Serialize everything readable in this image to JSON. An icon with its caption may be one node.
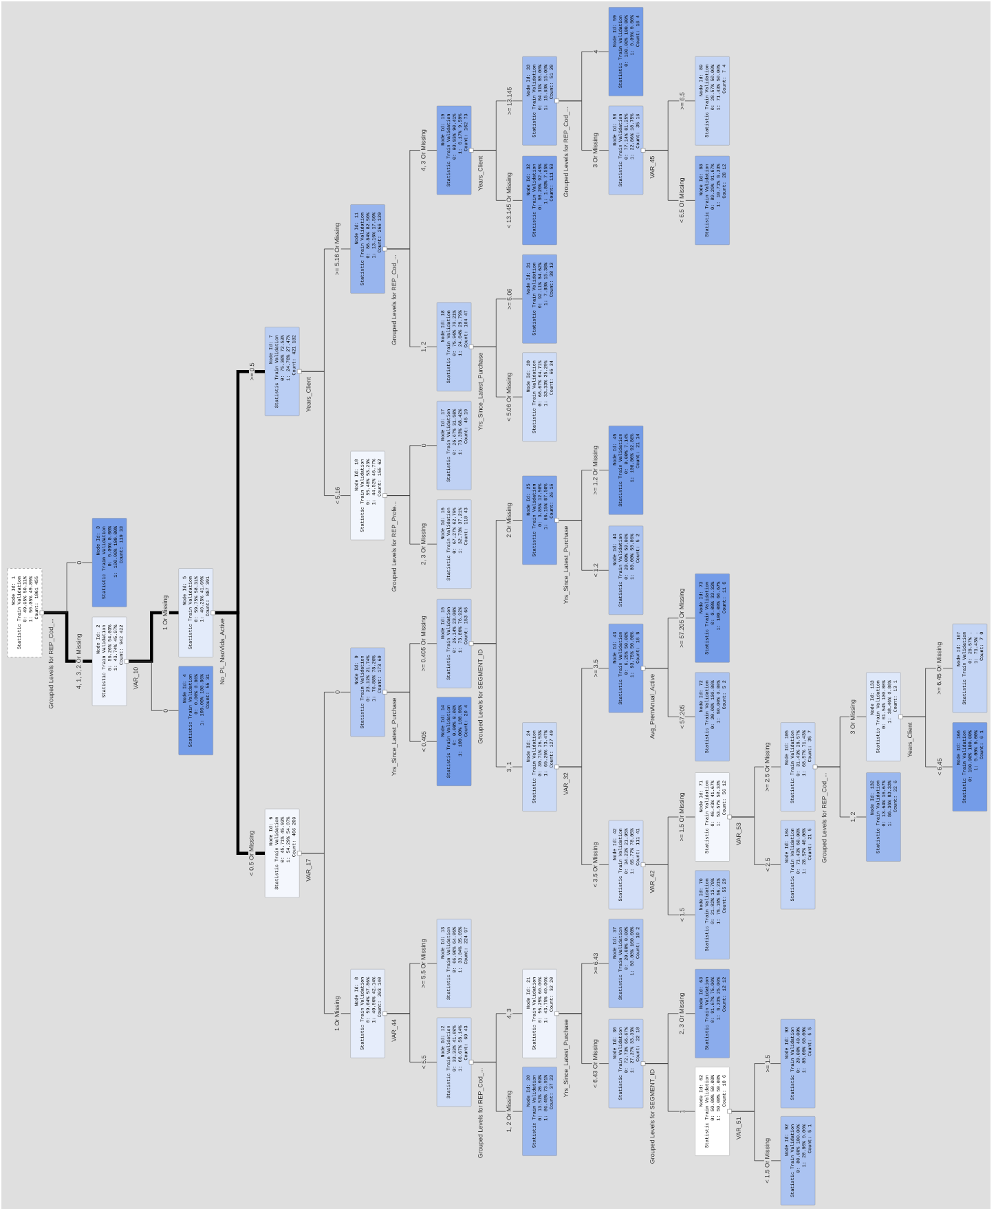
{
  "diagram": {
    "nodes": [
      {
        "text": [
          "Node Id: 1",
          "Statistic Train Validation",
          "0: 49.95% 50.11%",
          "1: 50.05% 49.89%",
          "Count: 1061 455"
        ],
        "beside": [
          "Grouped Levels for REP_Cod_..."
        ]
      },
      {
        "text": [
          "Node Id: 2",
          "Statistic Train Validation",
          "0: 56.26% 54.03%",
          "1: 43.74% 45.97%",
          "Count: 942 422"
        ],
        "beside": [
          "VAR_10"
        ]
      },
      {
        "text": [
          "Node Id: 3",
          "Statistic Train Validation",
          "0: 0.00% 0.00%",
          "1: 100.00% 100.00%",
          "Count: 119 33"
        ]
      },
      {
        "text": [
          "Node Id: 4",
          "Statistic Train Validation",
          "0: 0.00% 0.00%",
          "1: 100.00% 100.00%",
          "Count: 55 31"
        ]
      },
      {
        "text": [
          "Node Id: 5",
          "Statistic Train Validation",
          "0: 59.75% 58.31%",
          "1: 40.25% 41.69%",
          "Count: 887 391"
        ],
        "beside": [
          "No_PL_NaoVida_Active"
        ]
      },
      {
        "text": [
          "Node Id: 6",
          "Statistic Train Validation",
          "0: 45.71% 45.93%",
          "1: 54.29% 54.07%",
          "Count: 466 209"
        ],
        "beside": [
          "VAR_17"
        ]
      },
      {
        "text": [
          "Node Id: 7",
          "Statistic Train Validation",
          "0: 75.30% 72.53%",
          "1: 24.70% 27.47%",
          "Count: 421 182"
        ],
        "beside": [
          "Years_Client"
        ]
      },
      {
        "text": [
          "Node Id: 8",
          "Statistic Train Validation",
          "0: 59.04% 57.86%",
          "1: 40.96% 42.14%",
          "Count: 293 140"
        ],
        "beside": [
          "VAR_44"
        ]
      },
      {
        "text": [
          "Node Id: 9",
          "Statistic Train Validation",
          "0: 23.12% 21.74%",
          "1: 76.88% 78.26%",
          "Count: 173 69"
        ],
        "beside": [
          "Yrs_Since_Latest_Purchase"
        ]
      },
      {
        "text": [
          "Node Id: 10",
          "Statistic Train Validation",
          "0: 55.48% 53.23%",
          "1: 44.52% 46.77%",
          "Count: 155 62"
        ],
        "beside": [
          "Grouped Levels for REP_Profe..."
        ]
      },
      {
        "text": [
          "Node Id: 11",
          "Statistic Train Validation",
          "0: 86.84% 82.50%",
          "1: 13.16% 17.50%",
          "Count: 266 120"
        ],
        "beside": [
          "Grouped Levels for REP_Cod_..."
        ]
      },
      {
        "text": [
          "Node Id: 12",
          "Statistic Train Validation",
          "0: 33.33% 41.86%",
          "1: 66.67% 58.14%",
          "Count: 69 43"
        ],
        "beside": [
          "Grouped Levels for REP_Cod_..."
        ]
      },
      {
        "text": [
          "Node Id: 13",
          "Statistic Train Validation",
          "0: 66.96% 64.95%",
          "1: 33.04% 35.05%",
          "Count: 224 97"
        ]
      },
      {
        "text": [
          "Node Id: 14",
          "Statistic Train Validation",
          "0: 0.00% 0.00%",
          "1: 100.00% 100.00%",
          "Count: 20 4"
        ]
      },
      {
        "text": [
          "Node Id: 15",
          "Statistic Train Validation",
          "0: 26.14% 23.08%",
          "1: 73.86% 76.92%",
          "Count: 153 65"
        ],
        "beside": [
          "Grouped Levels for SEGMENT_ID"
        ]
      },
      {
        "text": [
          "Node Id: 16",
          "Statistic Train Validation",
          "0: 67.27% 62.79%",
          "1: 32.73% 37.21%",
          "Count: 110 43"
        ]
      },
      {
        "text": [
          "Node Id: 17",
          "Statistic Train Validation",
          "0: 26.67% 31.58%",
          "1: 73.33% 68.42%",
          "Count: 45 19"
        ]
      },
      {
        "text": [
          "Node Id: 18",
          "Statistic Train Validation",
          "0: 75.96% 70.21%",
          "1: 24.04% 29.79%",
          "Count: 104 47"
        ],
        "beside": [
          "Yrs_Since_Latest_Purchase"
        ]
      },
      {
        "text": [
          "Node Id: 19",
          "Statistic Train Validation",
          "0: 93.83% 90.41%",
          "1: 6.17% 9.59%",
          "Count: 162 73"
        ],
        "beside": [
          "Years_Client"
        ]
      },
      {
        "text": [
          "Node Id: 20",
          "Statistic Train Validation",
          "0: 13.51% 26.09%",
          "1: 86.49% 73.91%",
          "Count: 37 23"
        ]
      },
      {
        "text": [
          "Node Id: 21",
          "Statistic Train Validation",
          "0: 56.25% 60.00%",
          "1: 43.75% 40.00%",
          "Count: 32 20"
        ],
        "beside": [
          "Yrs_Since_Latest_Purchase"
        ]
      },
      {
        "text": [
          "Node Id: 24",
          "Statistic Train Validation",
          "0: 30.71% 26.53%",
          "1: 69.29% 73.47%",
          "Count: 127 49"
        ],
        "beside": [
          "VAR_32"
        ]
      },
      {
        "text": [
          "Node Id: 25",
          "Statistic Train Validation",
          "0: 3.85% 12.50%",
          "1: 96.15% 87.50%",
          "Count: 26 16"
        ],
        "beside": [
          "Yrs_Since_Latest_Purchase"
        ]
      },
      {
        "text": [
          "Node Id: 30",
          "Statistic Train Validation",
          "0: 66.67% 64.71%",
          "1: 33.33% 35.29%",
          "Count: 66 34"
        ]
      },
      {
        "text": [
          "Node Id: 31",
          "Statistic Train Validation",
          "0: 92.11% 84.62%",
          "1: 7.89% 15.38%",
          "Count: 38 13"
        ]
      },
      {
        "text": [
          "Node Id: 32",
          "Statistic Train Validation",
          "0: 98.20% 92.45%",
          "1: 1.80% 7.55%",
          "Count: 111 53"
        ]
      },
      {
        "text": [
          "Node Id: 33",
          "Statistic Train Validation",
          "0: 84.31% 85.00%",
          "1: 15.69% 15.00%",
          "Count: 51 20"
        ],
        "beside": [
          "Grouped Levels for REP_Cod_..."
        ]
      },
      {
        "text": [
          "Node Id: 36",
          "Statistic Train Validation",
          "0: 72.73% 66.67%",
          "1: 27.27% 33.33%",
          "Count: 22 18"
        ],
        "beside": [
          "Grouped Levels for SEGMENT_ID"
        ]
      },
      {
        "text": [
          "Node Id: 37",
          "Statistic Train Validation",
          "0: 20.00% 0.00%",
          "1: 80.00% 100.00%",
          "Count: 10 2"
        ]
      },
      {
        "text": [
          "Node Id: 42",
          "Statistic Train Validation",
          "0: 34.23% 21.95%",
          "1: 65.77% 78.05%",
          "Count: 111 41"
        ],
        "beside": [
          "VAR_42"
        ]
      },
      {
        "text": [
          "Node Id: 43",
          "Statistic Train Validation",
          "0: 6.25% 50.00%",
          "1: 93.75% 50.00%",
          "Count: 16 8"
        ],
        "beside": [
          "Avg_PremAnual_Active"
        ]
      },
      {
        "text": [
          "Node Id: 44",
          "Statistic Train Validation",
          "0: 20.00% 50.00%",
          "1: 80.00% 50.00%",
          "Count: 5 2"
        ]
      },
      {
        "text": [
          "Node Id: 45",
          "Statistic Train Validation",
          "0: 0.00% 7.14%",
          "1: 100.00% 92.86%",
          "Count: 21 14"
        ]
      },
      {
        "text": [
          "Node Id: 58",
          "Statistic Train Validation",
          "0: 77.14% 81.25%",
          "1: 22.86% 18.75%",
          "Count: 35 16"
        ],
        "beside": [
          "VAR_45"
        ]
      },
      {
        "text": [
          "Node Id: 59",
          "Statistic Train Validation",
          "0: 100.00% 100.00%",
          "1: 0.00% 0.00%",
          "Count: 16 4"
        ]
      },
      {
        "text": [
          "Node Id: 62",
          "Statistic Train Validation",
          "0: 50.00% 50.00%",
          "1: 50.00% 50.00%",
          "Count: 10 6"
        ],
        "beside": [
          "VAR_51"
        ]
      },
      {
        "text": [
          "Node Id: 63",
          "Statistic Train Validation",
          "0: 91.67% 75.00%",
          "1: 8.33% 25.00%",
          "Count: 12 12"
        ]
      },
      {
        "text": [
          "Node Id: 70",
          "Statistic Train Validation",
          "0: 21.82% 13.79%",
          "1: 78.18% 86.21%",
          "Count: 55 29"
        ]
      },
      {
        "text": [
          "Node Id: 71",
          "Statistic Train Validation",
          "0: 46.43% 41.67%",
          "1: 53.57% 58.33%",
          "Count: 56 12"
        ],
        "beside": [
          "VAR_53"
        ]
      },
      {
        "text": [
          "Node Id: 72",
          "Statistic Train Validation",
          "0: 20.00% 100.00%",
          "1: 80.00% 0.00%",
          "Count: 5 2"
        ]
      },
      {
        "text": [
          "Node Id: 73",
          "Statistic Train Validation",
          "0: 0.00% 33.33%",
          "1: 100.00% 66.67%",
          "Count: 11 6"
        ]
      },
      {
        "text": [
          "Node Id: 88",
          "Statistic Train Validation",
          "0: 89.29% 91.67%",
          "1: 10.71% 8.33%",
          "Count: 28 12"
        ]
      },
      {
        "text": [
          "Node Id: 89",
          "Statistic Train Validation",
          "0: 28.57% 50.00%",
          "1: 71.43% 50.00%",
          "Count: 7 4"
        ]
      },
      {
        "text": [
          "Node Id: 92",
          "Statistic Train Validation",
          "0: 80.00% 100.00%",
          "1: 20.00% 0.00%",
          "Count: 5 1"
        ]
      },
      {
        "text": [
          "Node Id: 93",
          "Statistic Train Validation",
          "0: 20.00% 40.00%",
          "1: 80.00% 60.00%",
          "Count: 5 5"
        ]
      },
      {
        "text": [
          "Node Id: 104",
          "Statistic Train Validation",
          "0: 71.43% 60.00%",
          "1: 28.57% 40.00%",
          "Count: 21 5"
        ]
      },
      {
        "text": [
          "Node Id: 105",
          "Statistic Train Validation",
          "0: 31.43% 28.57%",
          "1: 68.57% 71.43%",
          "Count: 35 7"
        ],
        "beside": [
          "Grouped Levels for REP_Cod_..."
        ]
      },
      {
        "text": [
          "Node Id: 132",
          "Statistic Train Validation",
          "0: 13.64% 16.67%",
          "1: 86.36% 83.33%",
          "Count: 22 6"
        ]
      },
      {
        "text": [
          "Node Id: 133",
          "Statistic Train Validation",
          "0: 61.54% 100.00%",
          "1: 38.46% 0.00%",
          "Count: 13 1"
        ],
        "beside": [
          "Years_Client"
        ]
      },
      {
        "text": [
          "Node Id: 166",
          "Statistic Train Validation",
          "0: 100.00% 100.00%",
          "1: 0.00% 0.00%",
          "Count: 6 1"
        ]
      },
      {
        "text": [
          "Node Id: 167",
          "Statistic Train Validation",
          "0: 28.57% .",
          "1: 71.43% .",
          "Count: 7 0"
        ]
      }
    ],
    "edges": [
      {
        "from": 0,
        "to": 1,
        "arrow": "none",
        "label": "4, 1, 3, 2 Or Missing",
        "style": "thick"
      },
      {
        "from": 0,
        "to": 2,
        "arrow": "none",
        "label": "0"
      },
      {
        "from": 1,
        "to": 4,
        "arrow": "none",
        "label": "1 Or Missing",
        "style": "thick"
      },
      {
        "from": 1,
        "to": 3,
        "arrow": "none",
        "label": "0"
      },
      {
        "from": 4,
        "to": 6,
        "arrow": "none",
        "label": ">= 0.5",
        "style": "thick"
      },
      {
        "from": 4,
        "to": 5,
        "arrow": "none",
        "label": "< 0.5 Or Missing",
        "style": "thick"
      },
      {
        "from": 6,
        "to": 9,
        "arrow": "none",
        "label": "< 5.16"
      },
      {
        "from": 6,
        "to": 10,
        "arrow": "none",
        "label": ">= 5.16 Or Missing"
      },
      {
        "from": 5,
        "to": 8,
        "arrow": "none",
        "label": "0"
      },
      {
        "from": 5,
        "to": 7,
        "arrow": "none",
        "label": "1 Or Missing"
      },
      {
        "from": 9,
        "to": 15,
        "arrow": "none",
        "label": "2, 3 Or Missing"
      },
      {
        "from": 9,
        "to": 16,
        "arrow": "none",
        "label": "0"
      },
      {
        "from": 10,
        "to": 17,
        "arrow": "none",
        "label": "1, 2"
      },
      {
        "from": 10,
        "to": 18,
        "arrow": "none",
        "label": "4, 3 Or Missing"
      },
      {
        "from": 8,
        "to": 13,
        "arrow": "none",
        "label": "< 0.405"
      },
      {
        "from": 8,
        "to": 14,
        "arrow": "none",
        "label": ">= 0.405 Or Missing"
      },
      {
        "from": 7,
        "to": 11,
        "arrow": "none",
        "label": "< 5.5"
      },
      {
        "from": 7,
        "to": 12,
        "arrow": "none",
        "label": ">= 5.5 Or Missing"
      },
      {
        "from": 17,
        "to": 23,
        "arrow": "none",
        "label": "< 5.06 Or Missing"
      },
      {
        "from": 17,
        "to": 24,
        "arrow": "none",
        "label": ">= 5.06"
      },
      {
        "from": 18,
        "to": 25,
        "arrow": "none",
        "label": "< 13.145 Or Missing"
      },
      {
        "from": 18,
        "to": 26,
        "arrow": "none",
        "label": ">= 13.145"
      },
      {
        "from": 14,
        "to": 21,
        "arrow": "none",
        "label": "3, 1"
      },
      {
        "from": 14,
        "to": 22,
        "arrow": "none",
        "label": "2 Or Missing"
      },
      {
        "from": 11,
        "to": 19,
        "arrow": "none",
        "label": "1, 2 Or Missing"
      },
      {
        "from": 11,
        "to": 20,
        "arrow": "none",
        "label": "4, 3"
      },
      {
        "from": 22,
        "to": 31,
        "arrow": "none",
        "label": "< 1.2"
      },
      {
        "from": 22,
        "to": 32,
        "arrow": "none",
        "label": ">= 1.2 Or Missing"
      },
      {
        "from": 21,
        "to": 29,
        "arrow": "none",
        "label": "< 3.5 Or Missing"
      },
      {
        "from": 21,
        "to": 30,
        "arrow": "none",
        "label": ">= 3.5"
      },
      {
        "from": 20,
        "to": 27,
        "arrow": "none",
        "label": "< 6.43 Or Missing"
      },
      {
        "from": 20,
        "to": 28,
        "arrow": "none",
        "label": ">= 6.43"
      },
      {
        "from": 26,
        "to": 33,
        "arrow": "none",
        "label": "3 Or Missing"
      },
      {
        "from": 26,
        "to": 34,
        "arrow": "none",
        "label": "4"
      },
      {
        "from": 33,
        "to": 41,
        "arrow": "none",
        "label": "< 6.5 Or Missing"
      },
      {
        "from": 33,
        "to": 42,
        "arrow": "none",
        "label": ">= 6.5"
      },
      {
        "from": 30,
        "to": 39,
        "arrow": "none",
        "label": "< 57.205"
      },
      {
        "from": 30,
        "to": 40,
        "arrow": "none",
        "label": ">= 57.205 Or Missing"
      },
      {
        "from": 29,
        "to": 37,
        "arrow": "none",
        "label": "< 1.5"
      },
      {
        "from": 29,
        "to": 38,
        "arrow": "none",
        "label": ">= 1.5 Or Missing"
      },
      {
        "from": 27,
        "to": 35,
        "arrow": "none",
        "label": "1"
      },
      {
        "from": 27,
        "to": 36,
        "arrow": "none",
        "label": "2, 3 Or Missing"
      },
      {
        "from": 38,
        "to": 45,
        "arrow": "none",
        "label": "< 2.5"
      },
      {
        "from": 38,
        "to": 46,
        "arrow": "none",
        "label": ">= 2.5 Or Missing"
      },
      {
        "from": 35,
        "to": 43,
        "arrow": "none",
        "label": "< 1.5 Or Missing"
      },
      {
        "from": 35,
        "to": 44,
        "arrow": "none",
        "label": ">= 1.5"
      },
      {
        "from": 46,
        "to": 47,
        "arrow": "none",
        "label": "1, 2"
      },
      {
        "from": 46,
        "to": 48,
        "arrow": "none",
        "label": "3 Or Missing"
      },
      {
        "from": 48,
        "to": 49,
        "arrow": "none",
        "label": "< 6.45"
      },
      {
        "from": 48,
        "to": 50,
        "arrow": "none",
        "label": ">= 6.45 Or Missing"
      }
    ]
  }
}
